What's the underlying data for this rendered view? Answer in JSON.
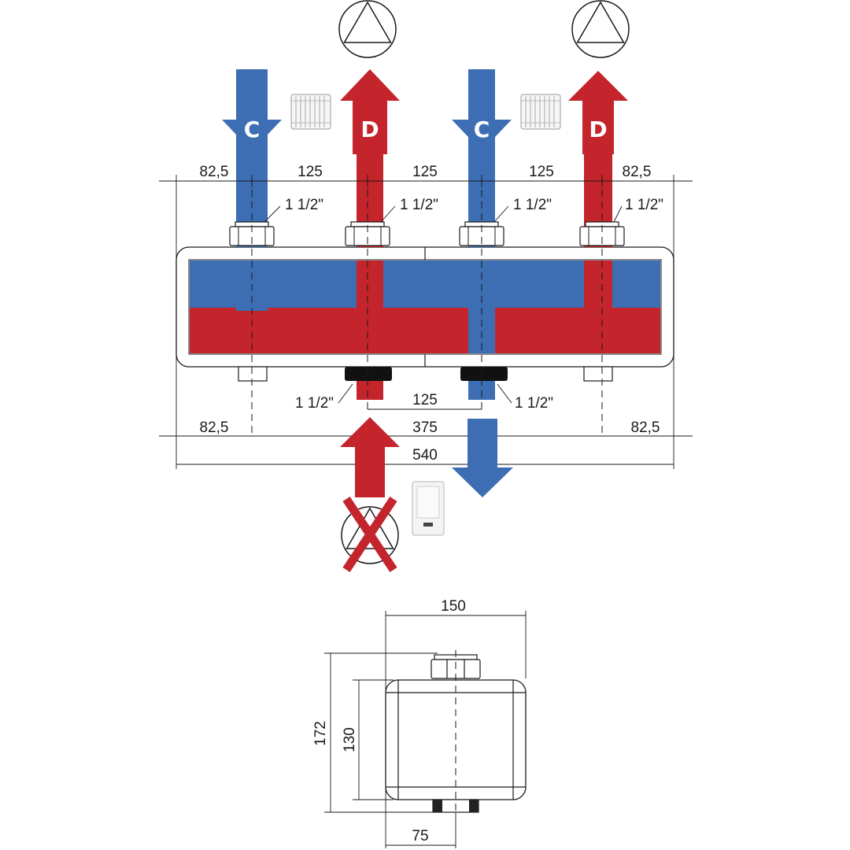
{
  "colors": {
    "cold": "#3d6eb4",
    "hot": "#c4242b",
    "outline": "#1a1a1a",
    "connector": "#111111"
  },
  "icons": {
    "pump": "pump-icon",
    "radiator": "radiator-icon",
    "boiler": "boiler-icon",
    "cross": "cross-icon"
  },
  "arrows": {
    "cold_label": "C",
    "hot_label": "D"
  },
  "front_view": {
    "dims_top": [
      "82,5",
      "125",
      "125",
      "125",
      "82,5"
    ],
    "thread_top": [
      "1 1/2\"",
      "1 1/2\"",
      "1 1/2\"",
      "1 1/2\""
    ],
    "thread_bottom_left": "1 1/2\"",
    "thread_bottom_right": "1 1/2\"",
    "dim_bottom_inner": "125",
    "dims_bottom_row": [
      "82,5",
      "375",
      "82,5"
    ],
    "dim_total": "540"
  },
  "side_view": {
    "width": "150",
    "height_total": "172",
    "height_body": "130",
    "offset": "75"
  }
}
